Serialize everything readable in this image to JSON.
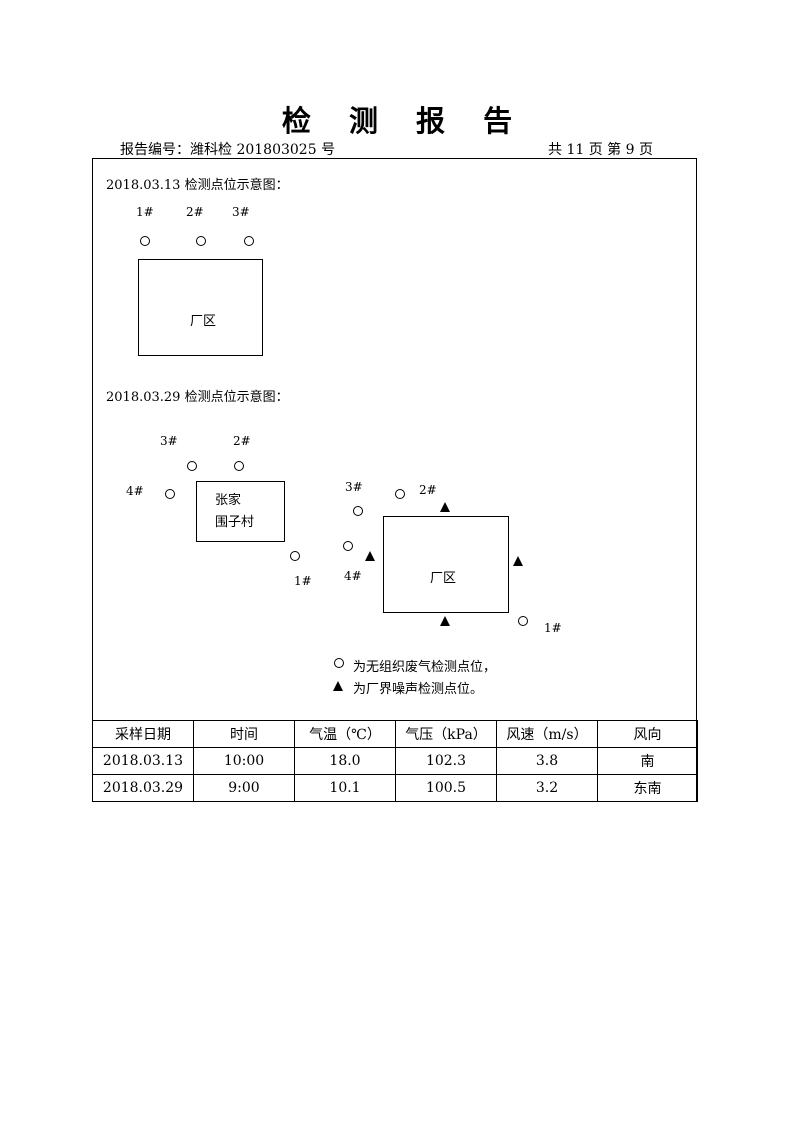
{
  "header": {
    "title": "检 测 报 告",
    "report_no": "报告编号：潍科检 201803025 号",
    "page_info": "共  11  页  第  9  页"
  },
  "diagram1": {
    "caption": "2018.03.13 检测点位示意图：",
    "points": [
      "1#",
      "2#",
      "3#"
    ],
    "factory": "厂区"
  },
  "diagram2": {
    "caption": "2018.03.29 检测点位示意图：",
    "village": {
      "line1": "张家",
      "line2": "围子村"
    },
    "village_points": [
      "3#",
      "2#",
      "4#",
      "1#"
    ],
    "factory_points": [
      "3#",
      "2#",
      "4#",
      "1#"
    ],
    "factory": "厂区",
    "legend": {
      "circle_text": "为无组织废气检测点位，",
      "triangle_text": "为厂界噪声检测点位。"
    }
  },
  "table": {
    "headers": [
      "采样日期",
      "时间",
      "气温（℃）",
      "气压（kPa）",
      "风速（m/s）",
      "风向"
    ],
    "rows": [
      [
        "2018.03.13",
        "10:00",
        "18.0",
        "102.3",
        "3.8",
        "南"
      ],
      [
        "2018.03.29",
        "9:00",
        "10.1",
        "100.5",
        "3.2",
        "东南"
      ]
    ]
  }
}
